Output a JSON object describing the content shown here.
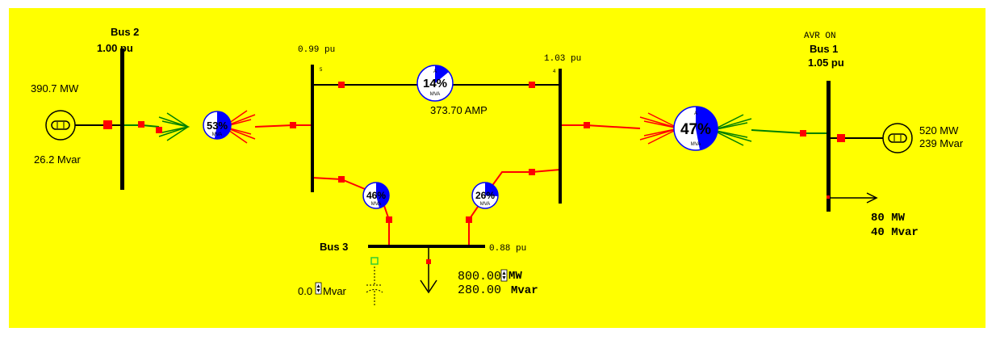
{
  "colors": {
    "background": "#ffff00",
    "line_red": "#ff0000",
    "line_green": "#008000",
    "breaker": "#ff0000",
    "gauge_fill": "#0000ff",
    "bus": "#000000"
  },
  "buses": {
    "bus2": {
      "name": "Bus 2",
      "voltage": "1.00 pu"
    },
    "bus1": {
      "name": "Bus 1",
      "voltage": "1.05 pu",
      "avr": "AVR ON"
    },
    "bus3": {
      "name": "Bus 3",
      "voltage": "0.88 pu"
    },
    "bus5": {
      "voltage": "0.99 pu",
      "number": "5"
    },
    "bus4": {
      "voltage": "1.03 pu",
      "number": "4"
    }
  },
  "generators": {
    "gen2": {
      "mw": "390.7 MW",
      "mvar": "26.2 Mvar",
      "icon": "generator-icon"
    },
    "gen1": {
      "mw": "520 MW",
      "mvar": "239 Mvar",
      "icon": "generator-icon"
    }
  },
  "gauges": {
    "tx_left": {
      "percent": "53%",
      "unit": "MVA",
      "loading": 0.53
    },
    "line_top": {
      "percent": "14%",
      "unit": "MVA",
      "marker": "A",
      "loading": 0.14
    },
    "tx_right": {
      "percent": "47%",
      "unit": "MVA",
      "marker": "A",
      "loading": 0.47
    },
    "line_53": {
      "percent": "46%",
      "unit": "MVA",
      "loading": 0.46
    },
    "line_43": {
      "percent": "26%",
      "unit": "MVA",
      "loading": 0.26
    }
  },
  "line_current": "373.70 AMP",
  "loads": {
    "bus1_load": {
      "mw_value": "80",
      "mw_unit": "MW",
      "mvar_value": "40",
      "mvar_unit": "Mvar"
    },
    "bus3_load": {
      "mw_value": "800.00",
      "mw_unit": "MW",
      "mvar_value": "280.00",
      "mvar_unit": "Mvar"
    }
  },
  "capacitor": {
    "value": "0.0",
    "unit": "Mvar"
  }
}
